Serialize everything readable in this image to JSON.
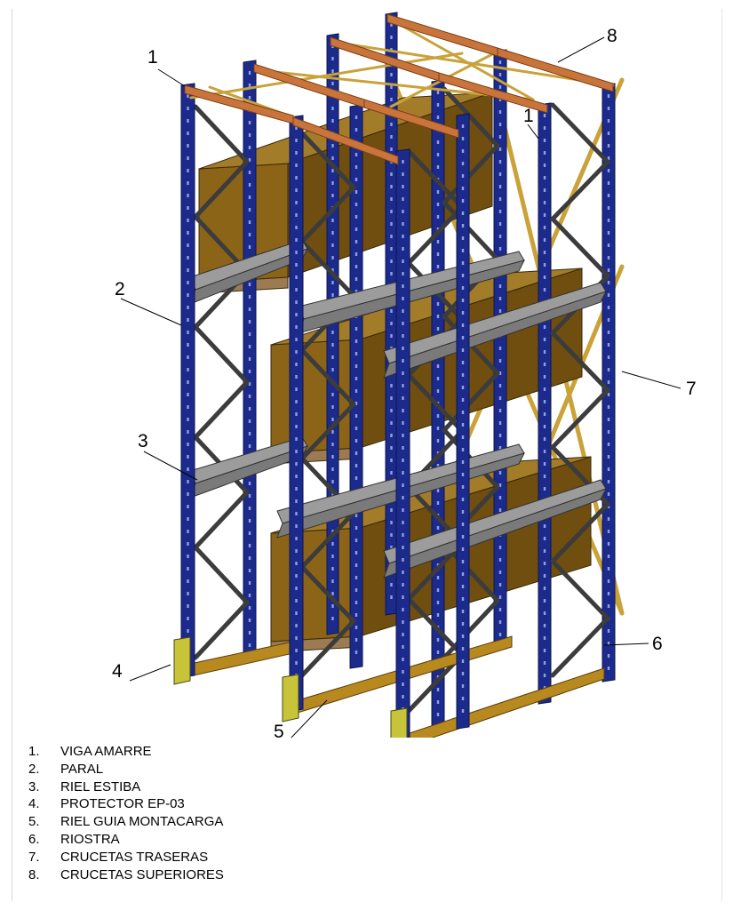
{
  "colors": {
    "upright": "#1c2a8c",
    "upright_edge": "#0d1650",
    "tie_beam": "#c9743a",
    "tie_beam_edge": "#7a3f18",
    "brace": "#3c3c3c",
    "pallet_rail": "#9c9c9c",
    "box": "#8c6418",
    "box_side": "#6f4e10",
    "pallet": "#9c7a52",
    "protector": "#c8c43a",
    "guide_rail": "#b7891f",
    "rear_cross": "#c9a23a"
  },
  "callouts": [
    {
      "id": "c1a",
      "text": "1"
    },
    {
      "id": "c1b",
      "text": "1"
    },
    {
      "id": "c2",
      "text": "2"
    },
    {
      "id": "c3",
      "text": "3"
    },
    {
      "id": "c4",
      "text": "4"
    },
    {
      "id": "c5",
      "text": "5"
    },
    {
      "id": "c6",
      "text": "6"
    },
    {
      "id": "c7",
      "text": "7"
    },
    {
      "id": "c8",
      "text": "8"
    }
  ],
  "legend": [
    {
      "num": "1.",
      "label": "VIGA AMARRE"
    },
    {
      "num": "2.",
      "label": "PARAL"
    },
    {
      "num": "3.",
      "label": "RIEL ESTIBA"
    },
    {
      "num": "4.",
      "label": "PROTECTOR EP-03"
    },
    {
      "num": "5.",
      "label": "RIEL GUIA MONTACARGA"
    },
    {
      "num": "6.",
      "label": "RIOSTRA"
    },
    {
      "num": "7.",
      "label": "CRUCETAS TRASERAS"
    },
    {
      "num": "8.",
      "label": "CRUCETAS SUPERIORES"
    }
  ]
}
